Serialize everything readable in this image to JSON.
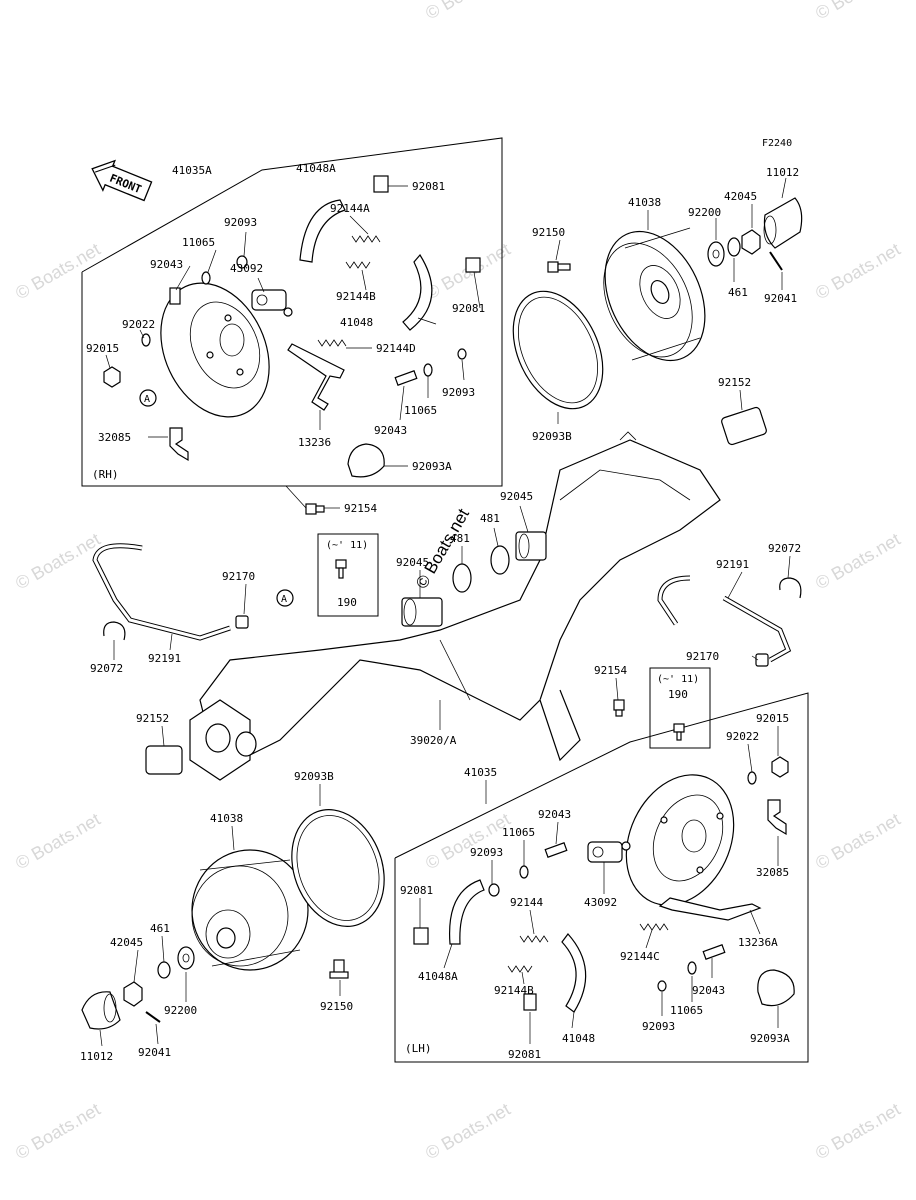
{
  "diagram": {
    "code": "F2240",
    "front_label": "FRONT",
    "side_rh": "(RH)",
    "side_lh": "(LH)",
    "version_note": "(~' 11)",
    "circle_ref": "A",
    "watermark": "© Boats.net"
  },
  "labels": {
    "p11012_top": "11012",
    "p42045_top": "42045",
    "p92200_top": "92200",
    "p41038_top": "41038",
    "p92150_top": "92150",
    "p461_top": "461",
    "p92041_top": "92041",
    "p92093b_top": "92093B",
    "p41035a": "41035A",
    "p41048a_top": "41048A",
    "p92081_top1": "92081",
    "p92093_top": "92093",
    "p92144a": "92144A",
    "p11065_top": "11065",
    "p92043_top": "92043",
    "p43092_top": "43092",
    "p92144b_top": "92144B",
    "p92081_top2": "92081",
    "p92022_top": "92022",
    "p41048_top": "41048",
    "p92015_top": "92015",
    "p92144d": "92144D",
    "p92093_top2": "92093",
    "p11065_top2": "11065",
    "p92043_top2": "92043",
    "p32085_top": "32085",
    "p13236": "13236",
    "p92093a_top": "92093A",
    "p92154_top": "92154",
    "p190_top": "190",
    "p92045_a": "92045",
    "p481_a": "481",
    "p481_b": "481",
    "p92045_b": "92045",
    "p92152_top": "92152",
    "p92072_right": "92072",
    "p92191_right": "92191",
    "p92170_left": "92170",
    "p92191_left": "92191",
    "p92072_left": "92072",
    "p92170_right": "92170",
    "p92154_right": "92154",
    "p190_right": "190",
    "p92152_left": "92152",
    "p39020a": "39020/A",
    "p92093b_bot": "92093B",
    "p41035": "41035",
    "p92015_bot": "92015",
    "p92022_bot": "92022",
    "p41038_bot": "41038",
    "p92043_bot": "92043",
    "p11065_bot": "11065",
    "p92093_bot": "92093",
    "p32085_bot": "32085",
    "p92081_bot1": "92081",
    "p43092_bot": "43092",
    "p92144": "92144",
    "p13236a": "13236A",
    "p461_bot": "461",
    "p42045_bot": "42045",
    "p92144c": "92144C",
    "p41048a_bot": "41048A",
    "p92144b_bot": "92144B",
    "p92043_bot2": "92043",
    "p11065_bot2": "11065",
    "p92200_bot": "92200",
    "p92150_bot": "92150",
    "p92093_bot2": "92093",
    "p92093a_bot": "92093A",
    "p41048_bot": "41048",
    "p11012_bot": "11012",
    "p92041_bot": "92041",
    "p92081_bot2": "92081"
  }
}
